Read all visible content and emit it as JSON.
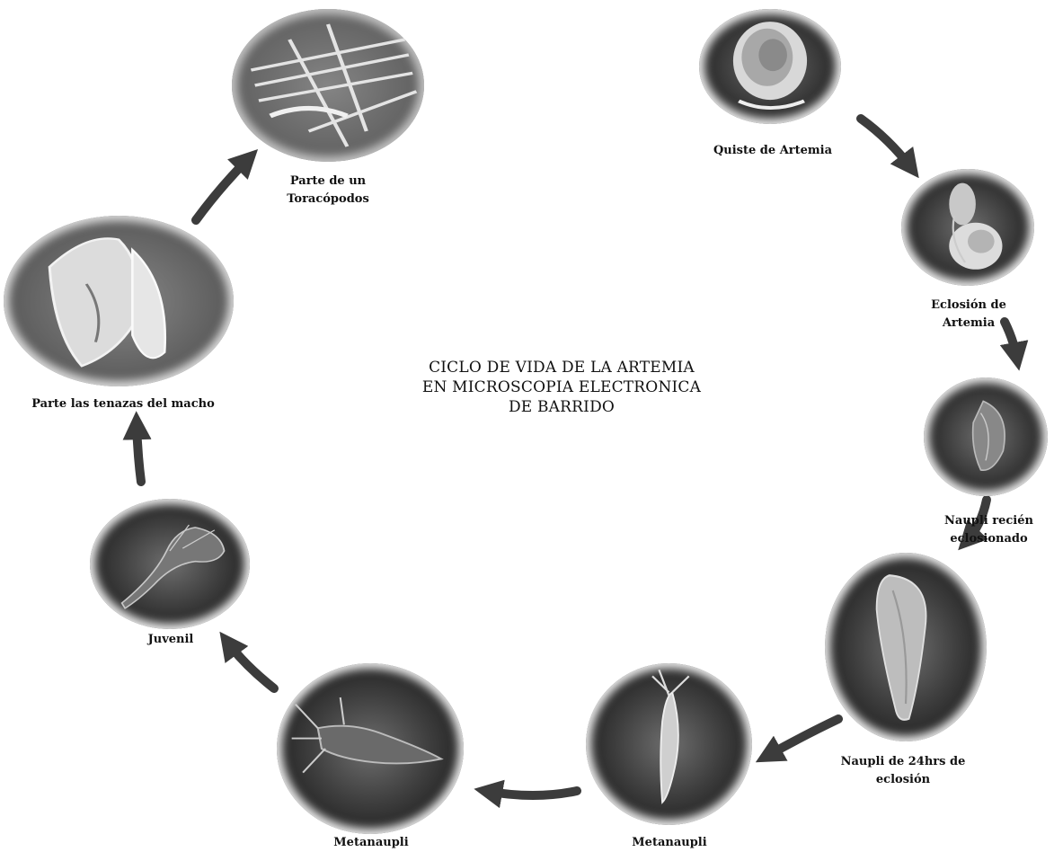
{
  "title": "CICLO DE VIDA DE LA ARTEMIA\nEN MICROSCOPIA ELECTRONICA\nDE BARRIDO",
  "stages": [
    {
      "id": "quiste",
      "label": "Quiste de Artemia",
      "icon": "cyst-micrograph"
    },
    {
      "id": "eclosion",
      "label": "Eclosión de\nArtemia",
      "icon": "hatching-micrograph"
    },
    {
      "id": "nauplio-recien",
      "label": "Naupli recién\neclosionado",
      "icon": "nauplius-micrograph"
    },
    {
      "id": "nauplio-24",
      "label": "Naupli de 24hrs de\neclosión",
      "icon": "nauplius-24h-micrograph"
    },
    {
      "id": "metanaupli-1",
      "label": "Metanaupli",
      "icon": "metanauplius-micrograph"
    },
    {
      "id": "metanaupli-2",
      "label": "Metanaupli",
      "icon": "metanauplius-micrograph"
    },
    {
      "id": "juvenil",
      "label": "Juvenil",
      "icon": "juvenile-micrograph"
    },
    {
      "id": "tenazas",
      "label": "Parte las tenazas del macho",
      "icon": "claspers-micrograph"
    },
    {
      "id": "toracopodos",
      "label": "Parte de un\nToracópodos",
      "icon": "thoracopod-micrograph"
    }
  ],
  "colors": {
    "arrow": "#3c3c3c",
    "text": "#111111",
    "background": "#ffffff"
  }
}
